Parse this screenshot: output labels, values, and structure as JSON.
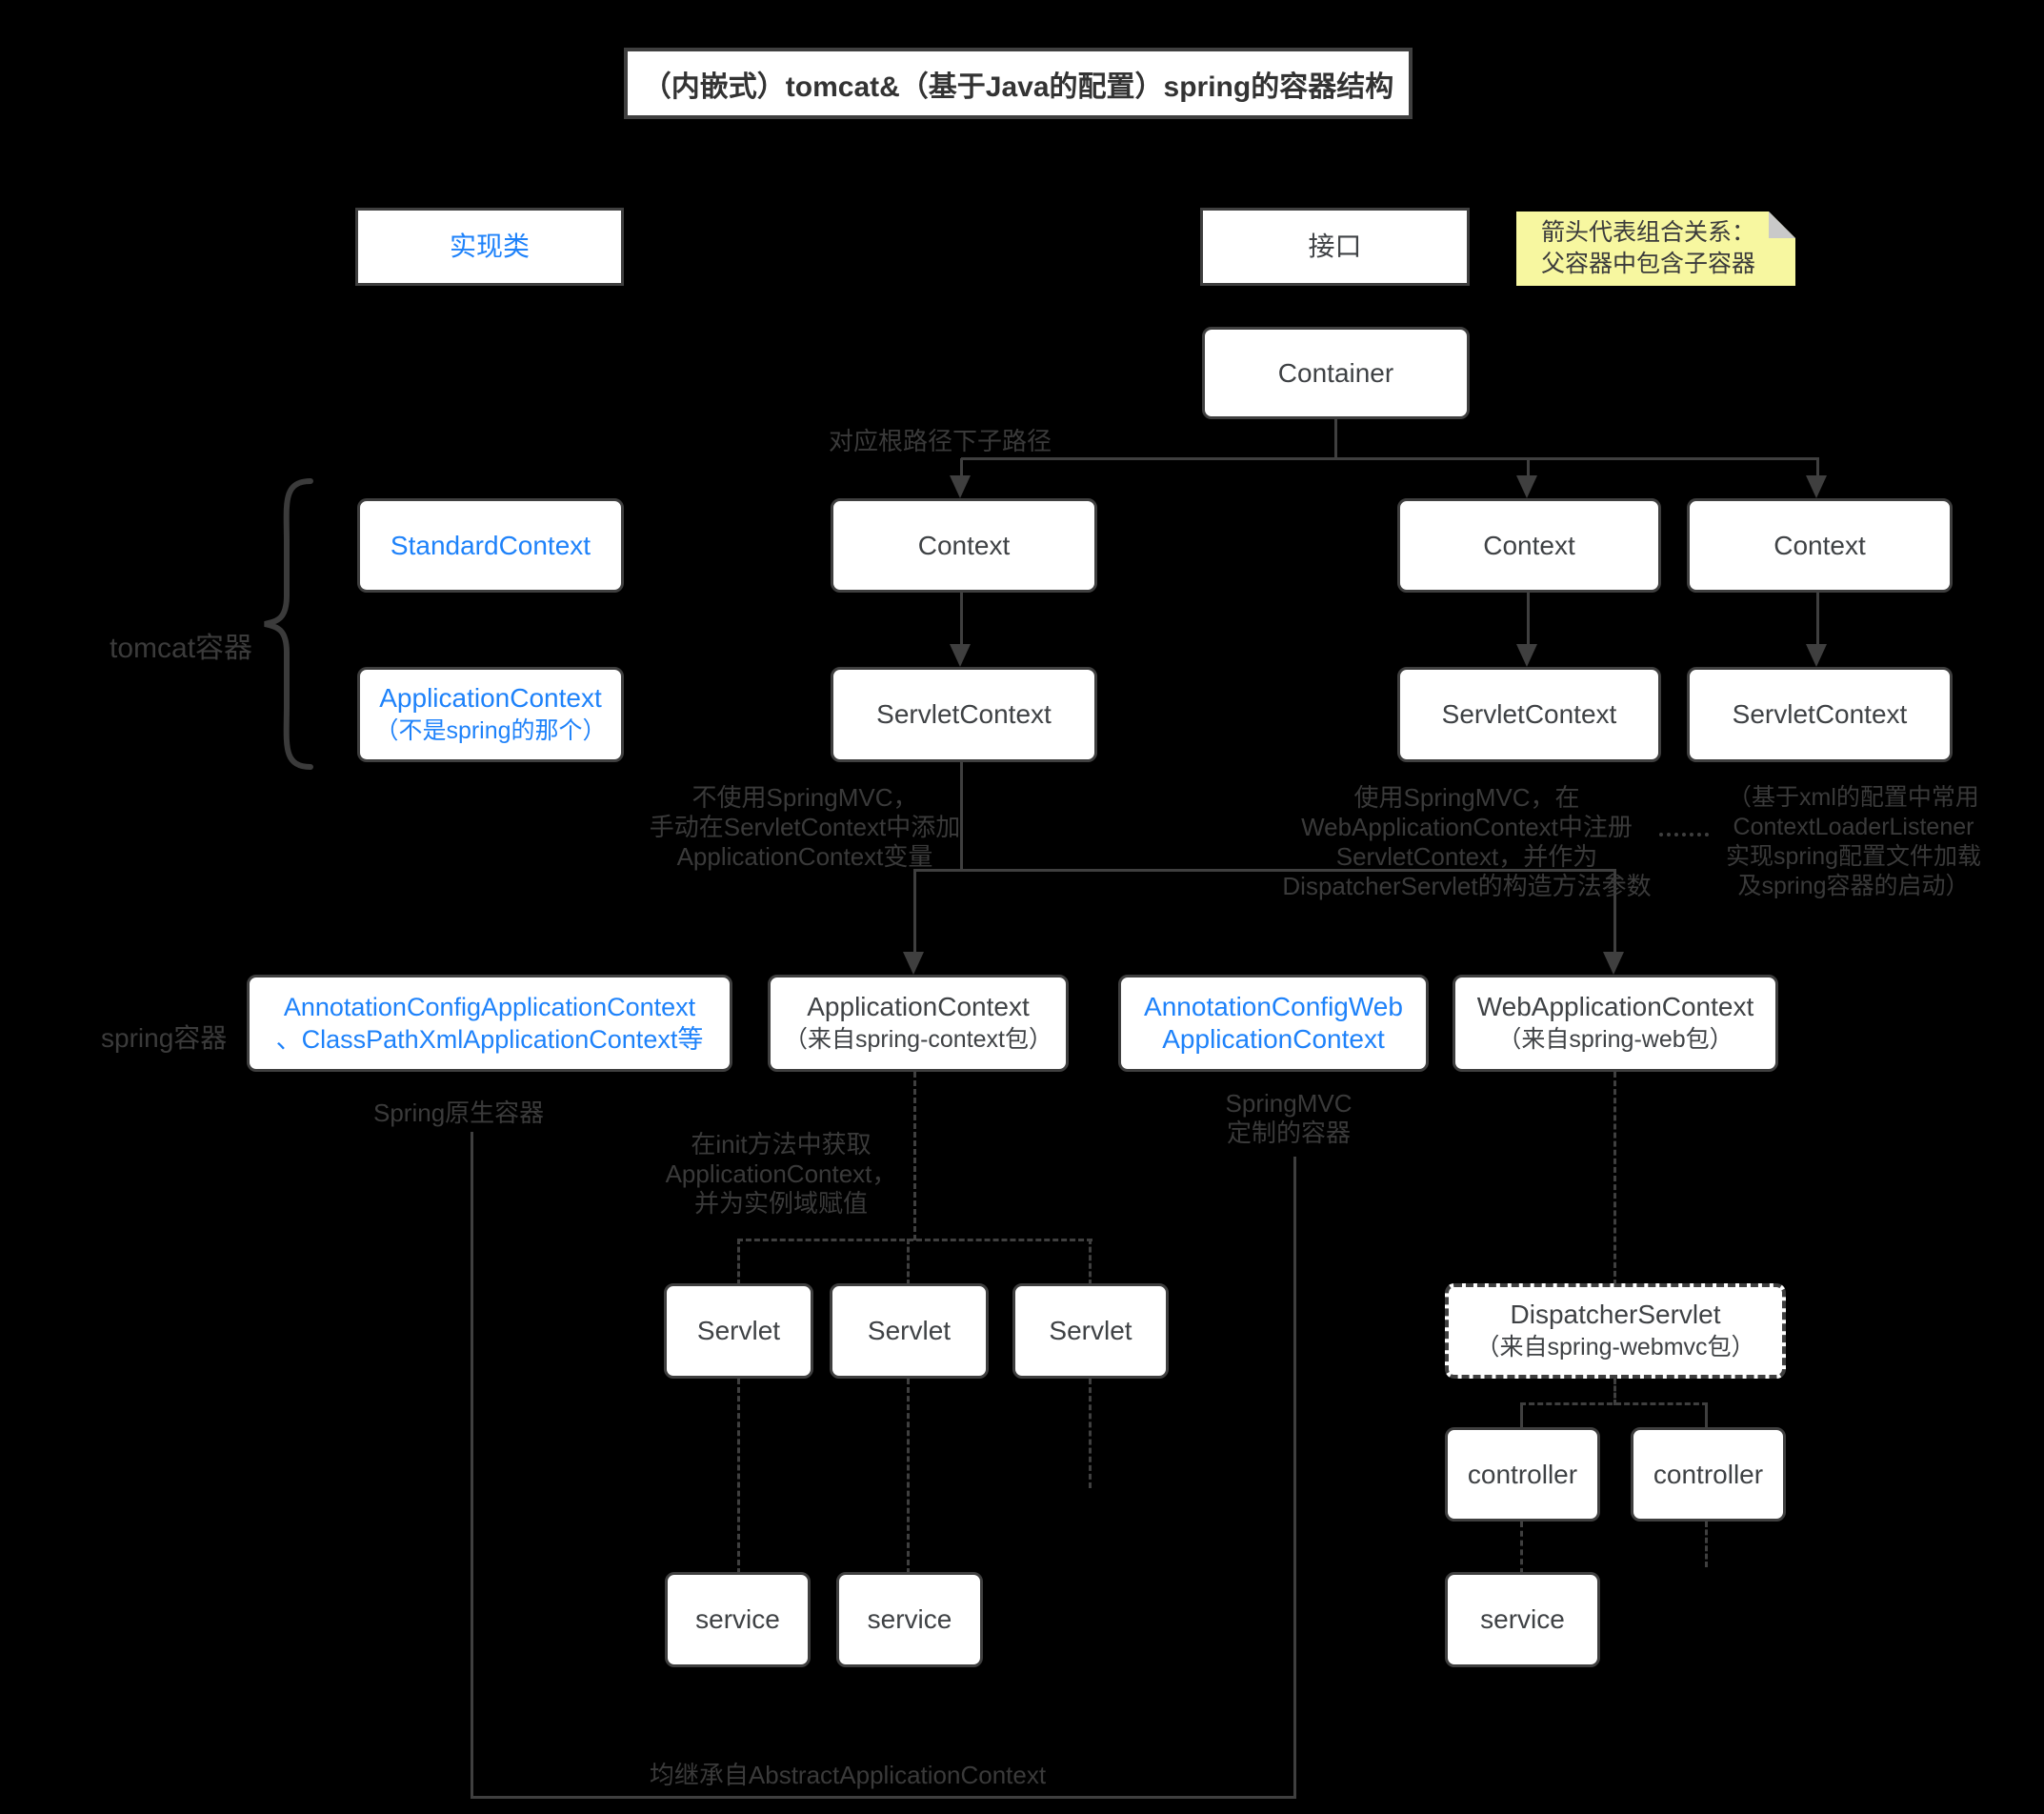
{
  "title": "（内嵌式）tomcat&（基于Java的配置）spring的容器结构",
  "legend": {
    "impl_label": "实现类",
    "interface_label": "接口",
    "note_line1": "箭头代表组合关系：",
    "note_line2": "父容器中包含子容器"
  },
  "groups": {
    "tomcat_label": "tomcat容器",
    "spring_label": "spring容器",
    "spring_native_label": "Spring原生容器",
    "springmvc_custom_line1": "SpringMVC",
    "springmvc_custom_line2": "定制的容器"
  },
  "nodes": {
    "container": "Container",
    "standard_context": "StandardContext",
    "tomcat_app_context_1": "ApplicationContext",
    "tomcat_app_context_2": "（不是spring的那个）",
    "context": "Context",
    "servlet_context": "ServletContext",
    "annotation_config_1": "AnnotationConfigApplicationContext",
    "annotation_config_2": "、ClassPathXmlApplicationContext等",
    "spring_app_context_1": "ApplicationContext",
    "spring_app_context_2": "（来自spring-context包）",
    "annotation_config_web_1": "AnnotationConfigWeb",
    "annotation_config_web_2": "ApplicationContext",
    "web_app_context_1": "WebApplicationContext",
    "web_app_context_2": "（来自spring-web包）",
    "servlet": "Servlet",
    "dispatcher_servlet_1": "DispatcherServlet",
    "dispatcher_servlet_2": "（来自spring-webmvc包）",
    "controller": "controller",
    "service": "service"
  },
  "annotations": {
    "root_path": "对应根路径下子路径",
    "no_springmvc": [
      "不使用SpringMVC，",
      "手动在ServletContext中添加",
      "ApplicationContext变量"
    ],
    "with_springmvc": [
      "使用SpringMVC，在",
      "WebApplicationContext中注册",
      "ServletContext，并作为",
      "DispatcherServlet的构造方法参数"
    ],
    "xml_config": [
      "（基于xml的配置中常用",
      "ContextLoaderListener",
      "实现spring配置文件加载",
      "及spring容器的启动）"
    ],
    "init_method": [
      "在init方法中获取",
      "ApplicationContext，",
      "并为实例域赋值"
    ],
    "inherit": "均继承自AbstractApplicationContext"
  },
  "colors": {
    "blue_text": "#1e82fa",
    "line": "#3f3f3f",
    "note_bg": "#f7f7a0",
    "background": "#000000",
    "box_bg": "#ffffff"
  }
}
